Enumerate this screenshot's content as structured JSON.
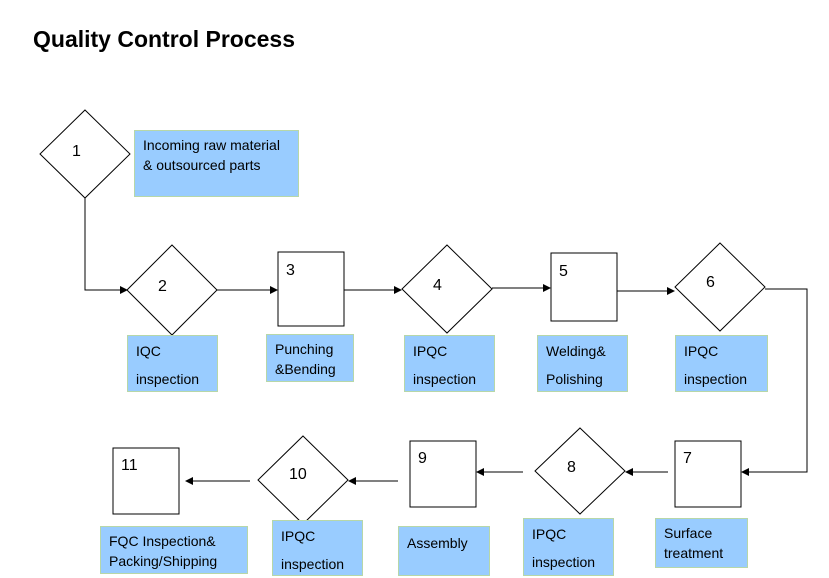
{
  "title": "Quality Control Process",
  "colors": {
    "label_fill": "#99ccff",
    "label_border": "#b7d7a8",
    "line": "#000000"
  },
  "steps": [
    {
      "num": "1",
      "shape": "diamond",
      "label": [
        "Incoming raw material",
        "& outsourced parts"
      ]
    },
    {
      "num": "2",
      "shape": "diamond",
      "label": [
        "IQC",
        "inspection"
      ]
    },
    {
      "num": "3",
      "shape": "square",
      "label": [
        "Punching",
        "&Bending"
      ]
    },
    {
      "num": "4",
      "shape": "diamond",
      "label": [
        "IPQC",
        "inspection"
      ]
    },
    {
      "num": "5",
      "shape": "square",
      "label": [
        "Welding&",
        "Polishing"
      ]
    },
    {
      "num": "6",
      "shape": "diamond",
      "label": [
        "IPQC",
        "inspection"
      ]
    },
    {
      "num": "7",
      "shape": "square",
      "label": [
        "Surface",
        "treatment"
      ]
    },
    {
      "num": "8",
      "shape": "diamond",
      "label": [
        "IPQC",
        "inspection"
      ]
    },
    {
      "num": "9",
      "shape": "square",
      "label": [
        "Assembly",
        ""
      ]
    },
    {
      "num": "10",
      "shape": "diamond",
      "label": [
        "IPQC",
        "inspection"
      ]
    },
    {
      "num": "11",
      "shape": "square",
      "label": [
        "FQC Inspection&",
        "Packing/Shipping"
      ]
    }
  ]
}
